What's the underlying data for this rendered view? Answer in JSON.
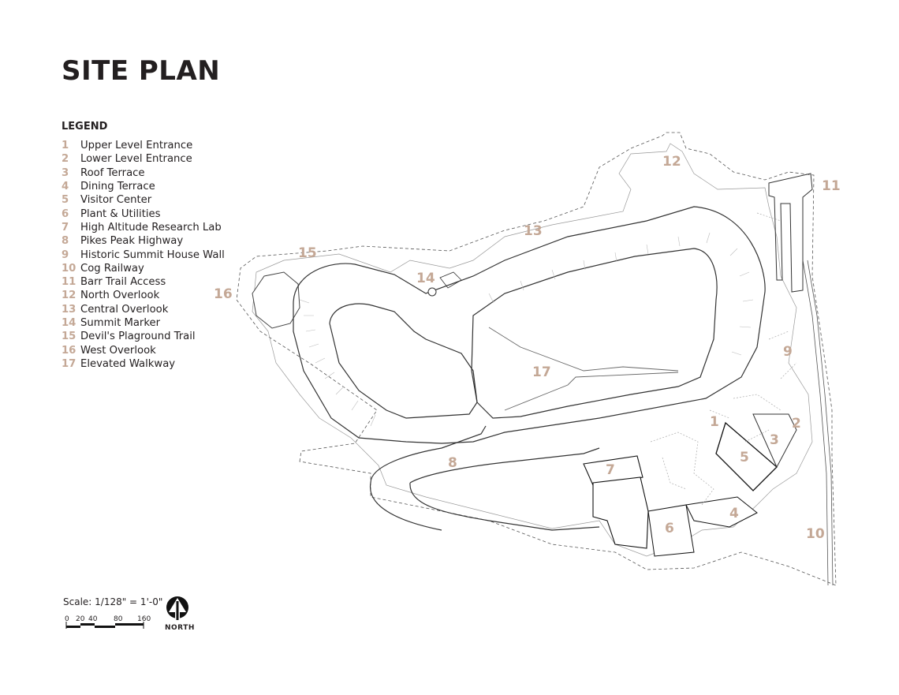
{
  "title": "SITE PLAN",
  "legend": {
    "heading": "LEGEND",
    "items": [
      {
        "num": "1",
        "label": "Upper Level Entrance"
      },
      {
        "num": "2",
        "label": "Lower Level Entrance"
      },
      {
        "num": "3",
        "label": "Roof Terrace"
      },
      {
        "num": "4",
        "label": "Dining Terrace"
      },
      {
        "num": "5",
        "label": "Visitor Center"
      },
      {
        "num": "6",
        "label": "Plant & Utilities"
      },
      {
        "num": "7",
        "label": "High Altitude Research Lab"
      },
      {
        "num": "8",
        "label": "Pikes Peak Highway"
      },
      {
        "num": "9",
        "label": "Historic Summit House Wall"
      },
      {
        "num": "10",
        "label": "Cog Railway"
      },
      {
        "num": "11",
        "label": "Barr Trail Access"
      },
      {
        "num": "12",
        "label": "North Overlook"
      },
      {
        "num": "13",
        "label": "Central Overlook"
      },
      {
        "num": "14",
        "label": "Summit Marker"
      },
      {
        "num": "15",
        "label": "Devil's Plaground Trail"
      },
      {
        "num": "16",
        "label": "West Overlook"
      },
      {
        "num": "17",
        "label": "Elevated Walkway"
      }
    ]
  },
  "plan_labels": {
    "n1": "1",
    "n2": "2",
    "n3": "3",
    "n4": "4",
    "n5": "5",
    "n6": "6",
    "n7": "7",
    "n8": "8",
    "n9": "9",
    "n10": "10",
    "n11": "11",
    "n12": "12",
    "n13": "13",
    "n14": "14",
    "n15": "15",
    "n16": "16",
    "n17": "17"
  },
  "scale": {
    "text": "Scale: 1/128\" = 1'-0\"",
    "ticks": [
      "0",
      "20",
      "40",
      "80",
      "160"
    ]
  },
  "north": {
    "label": "NORTH",
    "icon": "north-arrow-icon"
  },
  "colors": {
    "number": "#c4a896",
    "ink": "#231f20"
  }
}
